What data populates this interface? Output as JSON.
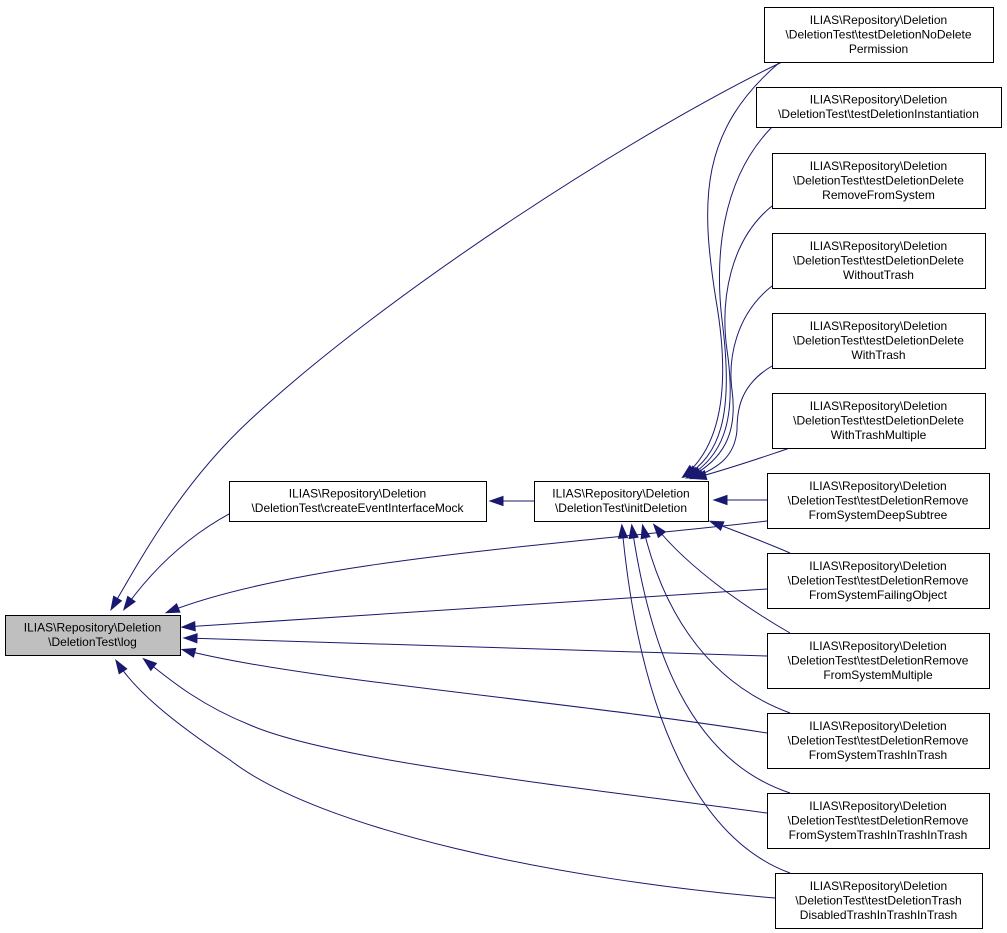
{
  "nodes": [
    {
      "id": "log",
      "lines": [
        "ILIAS\\Repository\\Deletion",
        "\\DeletionTest\\log"
      ],
      "highlighted": true
    },
    {
      "id": "createEventInterfaceMock",
      "lines": [
        "ILIAS\\Repository\\Deletion",
        "\\DeletionTest\\createEventInterfaceMock"
      ]
    },
    {
      "id": "initDeletion",
      "lines": [
        "ILIAS\\Repository\\Deletion",
        "\\DeletionTest\\initDeletion"
      ]
    },
    {
      "id": "testDeletionNoDeletePermission",
      "lines": [
        "ILIAS\\Repository\\Deletion",
        "\\DeletionTest\\testDeletionNoDelete",
        "Permission"
      ]
    },
    {
      "id": "testDeletionInstantiation",
      "lines": [
        "ILIAS\\Repository\\Deletion",
        "\\DeletionTest\\testDeletionInstantiation"
      ]
    },
    {
      "id": "testDeletionDeleteRemoveFromSystem",
      "lines": [
        "ILIAS\\Repository\\Deletion",
        "\\DeletionTest\\testDeletionDelete",
        "RemoveFromSystem"
      ]
    },
    {
      "id": "testDeletionDeleteWithoutTrash",
      "lines": [
        "ILIAS\\Repository\\Deletion",
        "\\DeletionTest\\testDeletionDelete",
        "WithoutTrash"
      ]
    },
    {
      "id": "testDeletionDeleteWithTrash",
      "lines": [
        "ILIAS\\Repository\\Deletion",
        "\\DeletionTest\\testDeletionDelete",
        "WithTrash"
      ]
    },
    {
      "id": "testDeletionDeleteWithTrashMultiple",
      "lines": [
        "ILIAS\\Repository\\Deletion",
        "\\DeletionTest\\testDeletionDelete",
        "WithTrashMultiple"
      ]
    },
    {
      "id": "testDeletionRemoveFromSystemDeepSubtree",
      "lines": [
        "ILIAS\\Repository\\Deletion",
        "\\DeletionTest\\testDeletionRemove",
        "FromSystemDeepSubtree"
      ]
    },
    {
      "id": "testDeletionRemoveFromSystemFailingObject",
      "lines": [
        "ILIAS\\Repository\\Deletion",
        "\\DeletionTest\\testDeletionRemove",
        "FromSystemFailingObject"
      ]
    },
    {
      "id": "testDeletionRemoveFromSystemMultiple",
      "lines": [
        "ILIAS\\Repository\\Deletion",
        "\\DeletionTest\\testDeletionRemove",
        "FromSystemMultiple"
      ]
    },
    {
      "id": "testDeletionRemoveFromSystemTrashInTrash",
      "lines": [
        "ILIAS\\Repository\\Deletion",
        "\\DeletionTest\\testDeletionRemove",
        "FromSystemTrashInTrash"
      ]
    },
    {
      "id": "testDeletionRemoveFromSystemTrashInTrashInTrash",
      "lines": [
        "ILIAS\\Repository\\Deletion",
        "\\DeletionTest\\testDeletionRemove",
        "FromSystemTrashInTrashInTrash"
      ]
    },
    {
      "id": "testDeletionTrashDisabledTrashInTrashInTrash",
      "lines": [
        "ILIAS\\Repository\\Deletion",
        "\\DeletionTest\\testDeletionTrash",
        "DisabledTrashInTrashInTrash"
      ]
    }
  ],
  "edges": [
    {
      "from": "createEventInterfaceMock",
      "to": "log"
    },
    {
      "from": "initDeletion",
      "to": "createEventInterfaceMock"
    },
    {
      "from": "testDeletionNoDeletePermission",
      "to": "log"
    },
    {
      "from": "testDeletionNoDeletePermission",
      "to": "initDeletion"
    },
    {
      "from": "testDeletionInstantiation",
      "to": "initDeletion"
    },
    {
      "from": "testDeletionDeleteRemoveFromSystem",
      "to": "initDeletion"
    },
    {
      "from": "testDeletionDeleteWithoutTrash",
      "to": "initDeletion"
    },
    {
      "from": "testDeletionDeleteWithTrash",
      "to": "initDeletion"
    },
    {
      "from": "testDeletionDeleteWithTrashMultiple",
      "to": "initDeletion"
    },
    {
      "from": "testDeletionRemoveFromSystemDeepSubtree",
      "to": "initDeletion"
    },
    {
      "from": "testDeletionRemoveFromSystemDeepSubtree",
      "to": "log"
    },
    {
      "from": "testDeletionRemoveFromSystemFailingObject",
      "to": "initDeletion"
    },
    {
      "from": "testDeletionRemoveFromSystemFailingObject",
      "to": "log"
    },
    {
      "from": "testDeletionRemoveFromSystemMultiple",
      "to": "initDeletion"
    },
    {
      "from": "testDeletionRemoveFromSystemMultiple",
      "to": "log"
    },
    {
      "from": "testDeletionRemoveFromSystemTrashInTrash",
      "to": "initDeletion"
    },
    {
      "from": "testDeletionRemoveFromSystemTrashInTrash",
      "to": "log"
    },
    {
      "from": "testDeletionRemoveFromSystemTrashInTrashInTrash",
      "to": "initDeletion"
    },
    {
      "from": "testDeletionRemoveFromSystemTrashInTrashInTrash",
      "to": "log"
    },
    {
      "from": "testDeletionTrashDisabledTrashInTrashInTrash",
      "to": "initDeletion"
    },
    {
      "from": "testDeletionTrashDisabledTrashInTrashInTrash",
      "to": "log"
    }
  ],
  "colors": {
    "edge": "#191970",
    "node_fill": "#ffffff",
    "highlighted_fill": "#bfbfbf",
    "border": "#000000"
  }
}
